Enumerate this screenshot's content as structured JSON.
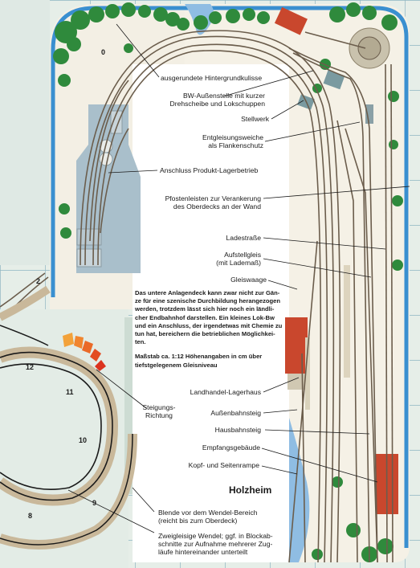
{
  "labels": {
    "hintergrund": "ausgerundete Hintergrundkulisse",
    "bw_line1": "BW-Außenstelle mit kurzer",
    "bw_line2": "Drehscheibe und Lokschuppen",
    "stellwerk": "Stellwerk",
    "entgleisung_line1": "Entgleisungsweiche",
    "entgleisung_line2": "als Flankenschutz",
    "anschluss": "Anschluss Produkt-Lagerbetrieb",
    "pfosten_line1": "Pfostenleisten zur Verankerung",
    "pfosten_line2": "des Oberdecks an der Wand",
    "ladestrasse": "Ladestraße",
    "aufstell_line1": "Aufstellgleis",
    "aufstell_line2": "(mit Lademaß)",
    "gleiswaage": "Gleiswaage",
    "landhandel": "Landhandel-Lagerhaus",
    "aussenbahnsteig": "Außenbahnsteig",
    "hausbahnsteig": "Hausbahnsteig",
    "empfang": "Empfangsgebäude",
    "kopframpe": "Kopf- und Seitenrampe",
    "steigung_line1": "Steigungs-",
    "steigung_line2": "Richtung",
    "blende_line1": "Blende vor dem Wendel-Bereich",
    "blende_line2": "(reicht bis zum Oberdeck)",
    "wendel_line1": "Zweigleisige Wendel; ggf. in Blockab-",
    "wendel_line2": "schnitte zur Aufnahme mehrerer Zug-",
    "wendel_line3": "läufe hintereinander unterteilt"
  },
  "description": {
    "line1": "Das untere Anlagendeck kann zwar nicht zur Gän-",
    "line2": "ze für eine szenische Durchbildung herangezogen",
    "line3": "werden, trotzdem lässt sich hier noch ein ländli-",
    "line4": "cher Endbahnhof darstellen. Ein kleines Lok-Bw",
    "line5": "und ein Anschluss, der irgendetwas mit Chemie zu",
    "line6": "tun hat, bereichern die betrieblichen Möglichkei-",
    "line7": "ten.",
    "scale_line1": "Maßstab ca. 1:12 Höhenangaben in cm über",
    "scale_line2": "tiefstgelegenem Gleisniveau"
  },
  "station_name": "Holzheim",
  "height_markers": {
    "m0": "0",
    "m2": "2",
    "m12": "12",
    "m11": "11",
    "m10": "10",
    "m9": "9",
    "m8": "8"
  },
  "colors": {
    "backdrop": "#3a8fd0",
    "board": "#f6f3ea",
    "grid_board": "#d7e5dd",
    "ballast": "#d8d2bf",
    "track": "#6b5d4c",
    "tree": "#2f8a3c",
    "roof_red": "#c9472d",
    "water": "#8fbde3",
    "grid_line": "#8db5c0"
  }
}
